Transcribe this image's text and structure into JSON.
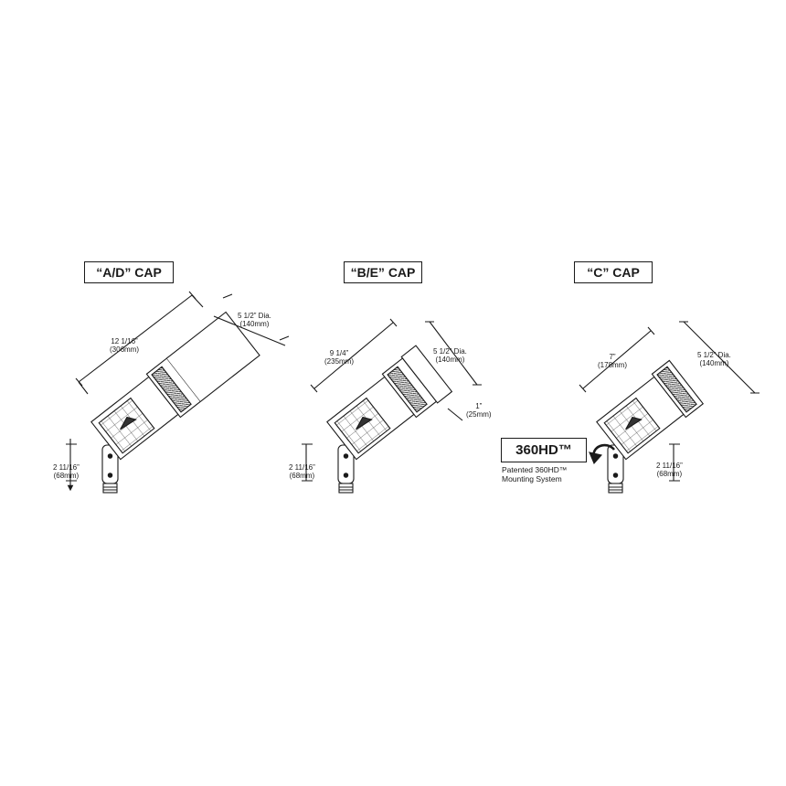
{
  "fixtures": [
    {
      "title": "“A/D” CAP",
      "length_in": "12 1/16”",
      "length_mm": "(306mm)",
      "dia_in": "5 1/2” Dia.",
      "dia_mm": "(140mm)",
      "mount_in": "2 11/16”",
      "mount_mm": "(68mm)"
    },
    {
      "title": "“B/E” CAP",
      "length_in": "9 1/4”",
      "length_mm": "(235mm)",
      "dia_in": "5 1/2” Dia.",
      "dia_mm": "(140mm)",
      "cap_in": "1”",
      "cap_mm": "(25mm)",
      "mount_in": "2 11/16”",
      "mount_mm": "(68mm)"
    },
    {
      "title": "“C” CAP",
      "length_in": "7”",
      "length_mm": "(178mm)",
      "dia_in": "5 1/2” Dia.",
      "dia_mm": "(140mm)",
      "mount_in": "2 11/16”",
      "mount_mm": "(68mm)"
    }
  ],
  "mount_badge": "360HD™",
  "mount_caption_line1": "Patented 360HD™",
  "mount_caption_line2": "Mounting System"
}
